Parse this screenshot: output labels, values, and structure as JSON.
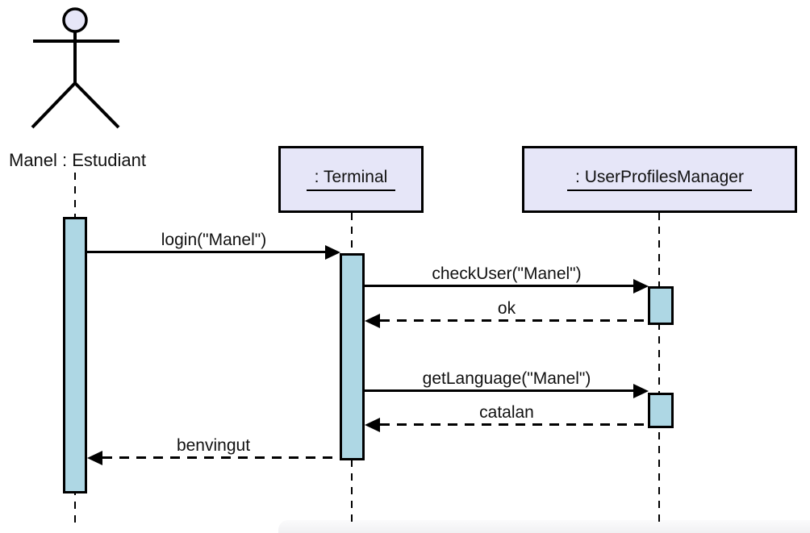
{
  "diagram_type": "uml-sequence-diagram",
  "actor": {
    "label": "Manel : Estudiant"
  },
  "objects": [
    {
      "label": ": Terminal"
    },
    {
      "label": ": UserProfilesManager"
    }
  ],
  "messages": [
    {
      "label": "login(\"Manel\")",
      "kind": "synchronous",
      "from": "Manel : Estudiant",
      "to": ": Terminal"
    },
    {
      "label": "checkUser(\"Manel\")",
      "kind": "synchronous",
      "from": ": Terminal",
      "to": ": UserProfilesManager"
    },
    {
      "label": "ok",
      "kind": "return",
      "from": ": UserProfilesManager",
      "to": ": Terminal"
    },
    {
      "label": "getLanguage(\"Manel\")",
      "kind": "synchronous",
      "from": ": Terminal",
      "to": ": UserProfilesManager"
    },
    {
      "label": "catalan",
      "kind": "return",
      "from": ": UserProfilesManager",
      "to": ": Terminal"
    },
    {
      "label": "benvingut",
      "kind": "return",
      "from": ": Terminal",
      "to": "Manel : Estudiant"
    }
  ],
  "colors": {
    "activation_fill": "#aed7e4",
    "object_fill": "#e6e6f8",
    "line": "#000000",
    "background": "#ffffff"
  }
}
